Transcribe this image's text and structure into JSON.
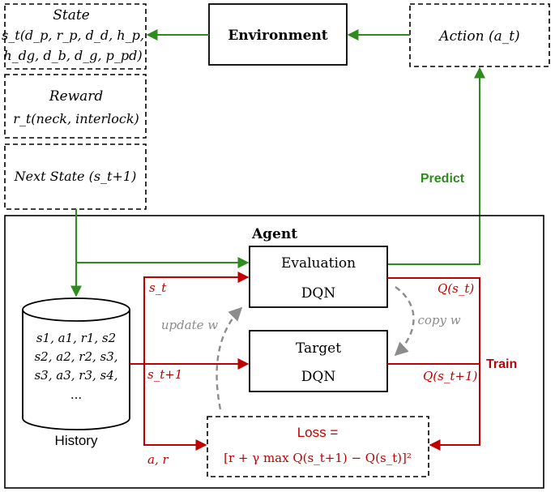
{
  "colors": {
    "green": "#2e8b1e",
    "red": "#c00000",
    "gray": "#8c8c8c",
    "black": "#000000"
  },
  "state": {
    "title": "State",
    "line1": "s_t(d_p, r_p, d_d, h_p,",
    "line2": "h_dg, d_b, d_g, p_pd)"
  },
  "environment": {
    "label": "Environment"
  },
  "action": {
    "label": "Action (a_t)"
  },
  "reward": {
    "title": "Reward",
    "line1": "r_t(neck, interlock)"
  },
  "next_state": {
    "label": "Next State (s_t+1)"
  },
  "predict": {
    "label": "Predict"
  },
  "agent": {
    "label": "Agent"
  },
  "evaluation": {
    "line1": "Evaluation",
    "line2": "DQN"
  },
  "target": {
    "line1": "Target",
    "line2": "DQN"
  },
  "history": {
    "rows": [
      "s1, a1, r1, s2",
      "s2, a2, r2, s3,",
      "s3, a3, r3, s4,",
      "..."
    ],
    "label": "History"
  },
  "edges": {
    "st": "s_t",
    "st1": "s_t+1",
    "ar": "a, r",
    "q_st": "Q(s_t)",
    "q_st1": "Q(s_t+1)",
    "update_w": "update w",
    "copy_w": "copy w",
    "train": "Train"
  },
  "loss": {
    "title": "Loss =",
    "formula": "[r + γ max Q(s_t+1) − Q(s_t)]²"
  }
}
